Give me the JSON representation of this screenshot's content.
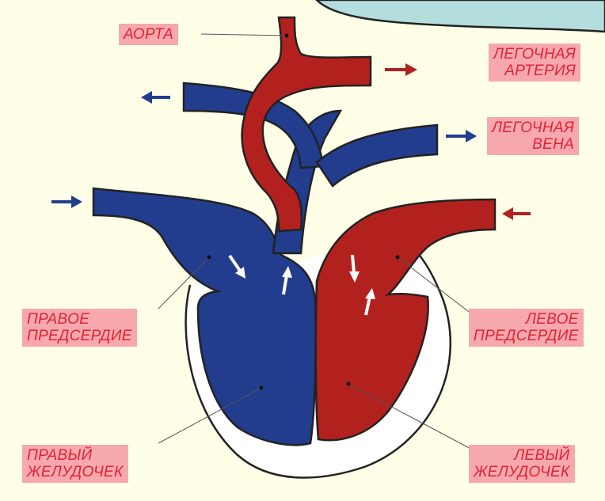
{
  "labels": {
    "aorta": "АОРТА",
    "pulmonary_artery": [
      "ЛЕГОЧНАЯ",
      "АРТЕРИЯ"
    ],
    "pulmonary_vein": [
      "ЛЕГОЧНАЯ",
      "ВЕНА"
    ],
    "right_atrium": [
      "ПРАВОЕ",
      "ПРЕДСЕРДИЕ"
    ],
    "left_atrium": [
      "ЛЕВОЕ",
      "ПРЕДСЕРДИЕ"
    ],
    "right_ventricle": [
      "ПРАВЫЙ",
      "ЖЕЛУДОЧЕК"
    ],
    "left_ventricle": [
      "ЛЕВЫЙ",
      "ЖЕЛУДОЧЕК"
    ]
  },
  "colors": {
    "deoxygenated_blue": "#223d8e",
    "oxygenated_red": "#b3211f",
    "label_bg": "#f7a8ad",
    "label_text": "#e02335",
    "background": "#ffffe8",
    "callout_fill": "#b4dedd"
  }
}
